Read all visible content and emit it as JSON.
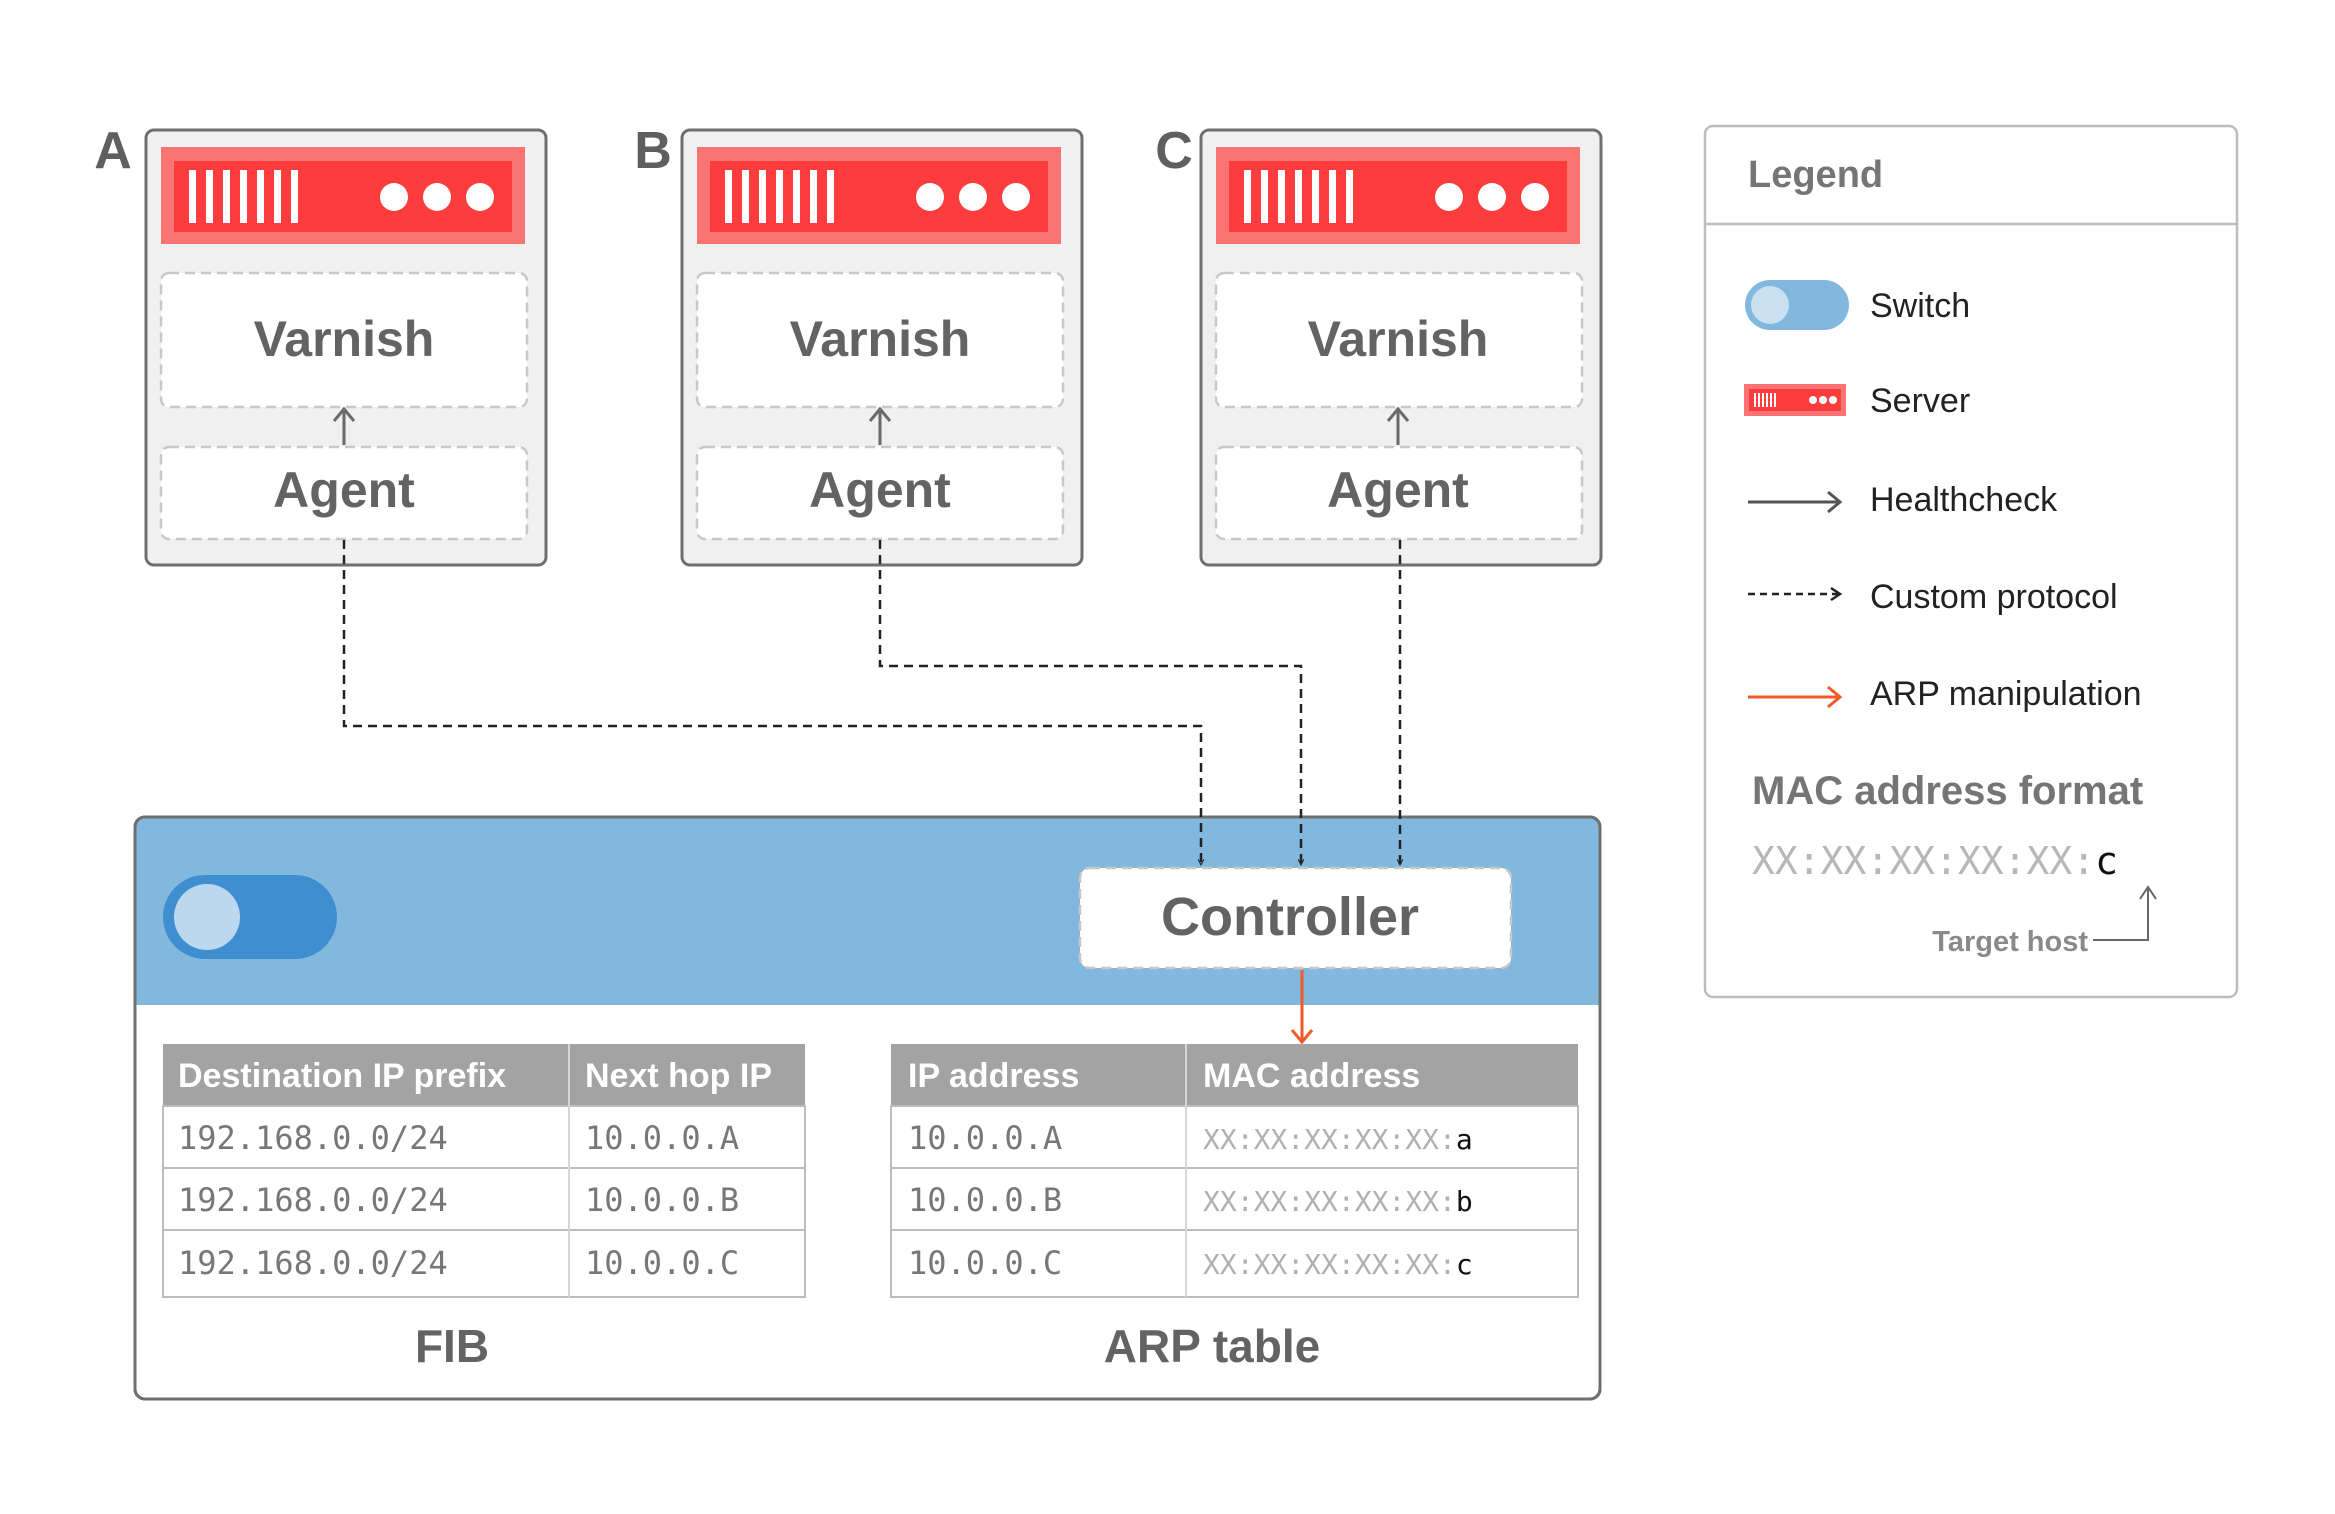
{
  "servers": [
    {
      "letter": "A",
      "varnish": "Varnish",
      "agent": "Agent"
    },
    {
      "letter": "B",
      "varnish": "Varnish",
      "agent": "Agent"
    },
    {
      "letter": "C",
      "varnish": "Varnish",
      "agent": "Agent"
    }
  ],
  "switch_box": {
    "controller": "Controller",
    "fib": {
      "caption": "FIB",
      "headers": [
        "Destination IP prefix",
        "Next hop IP"
      ],
      "rows": [
        [
          "192.168.0.0/24",
          "10.0.0.A"
        ],
        [
          "192.168.0.0/24",
          "10.0.0.B"
        ],
        [
          "192.168.0.0/24",
          "10.0.0.C"
        ]
      ]
    },
    "arp": {
      "caption": "ARP table",
      "headers": [
        "IP address",
        "MAC address"
      ],
      "rows": [
        {
          "ip": "10.0.0.A",
          "mac_prefix": "XX:XX:XX:XX:XX:",
          "mac_suffix": "a"
        },
        {
          "ip": "10.0.0.B",
          "mac_prefix": "XX:XX:XX:XX:XX:",
          "mac_suffix": "b"
        },
        {
          "ip": "10.0.0.C",
          "mac_prefix": "XX:XX:XX:XX:XX:",
          "mac_suffix": "c"
        }
      ]
    }
  },
  "legend": {
    "title": "Legend",
    "items": [
      {
        "icon": "switch-icon",
        "label": "Switch"
      },
      {
        "icon": "server-icon",
        "label": "Server"
      },
      {
        "icon": "solid-arrow-icon",
        "label": "Healthcheck"
      },
      {
        "icon": "dashed-arrow-icon",
        "label": "Custom protocol"
      },
      {
        "icon": "orange-arrow-icon",
        "label": "ARP manipulation"
      }
    ],
    "mac_format": {
      "title": "MAC address format",
      "prefix": "XX:XX:XX:XX:XX:",
      "suffix": "c",
      "note": "Target host"
    }
  },
  "colors": {
    "server_red": "#fd3d3d",
    "server_red_light": "#fb7474",
    "switch_blue": "#82b8de",
    "switch_toggle": "#3f8ed0",
    "arp_orange": "#f05a28",
    "table_header": "#a3a3a3",
    "text_gray": "#636363"
  }
}
